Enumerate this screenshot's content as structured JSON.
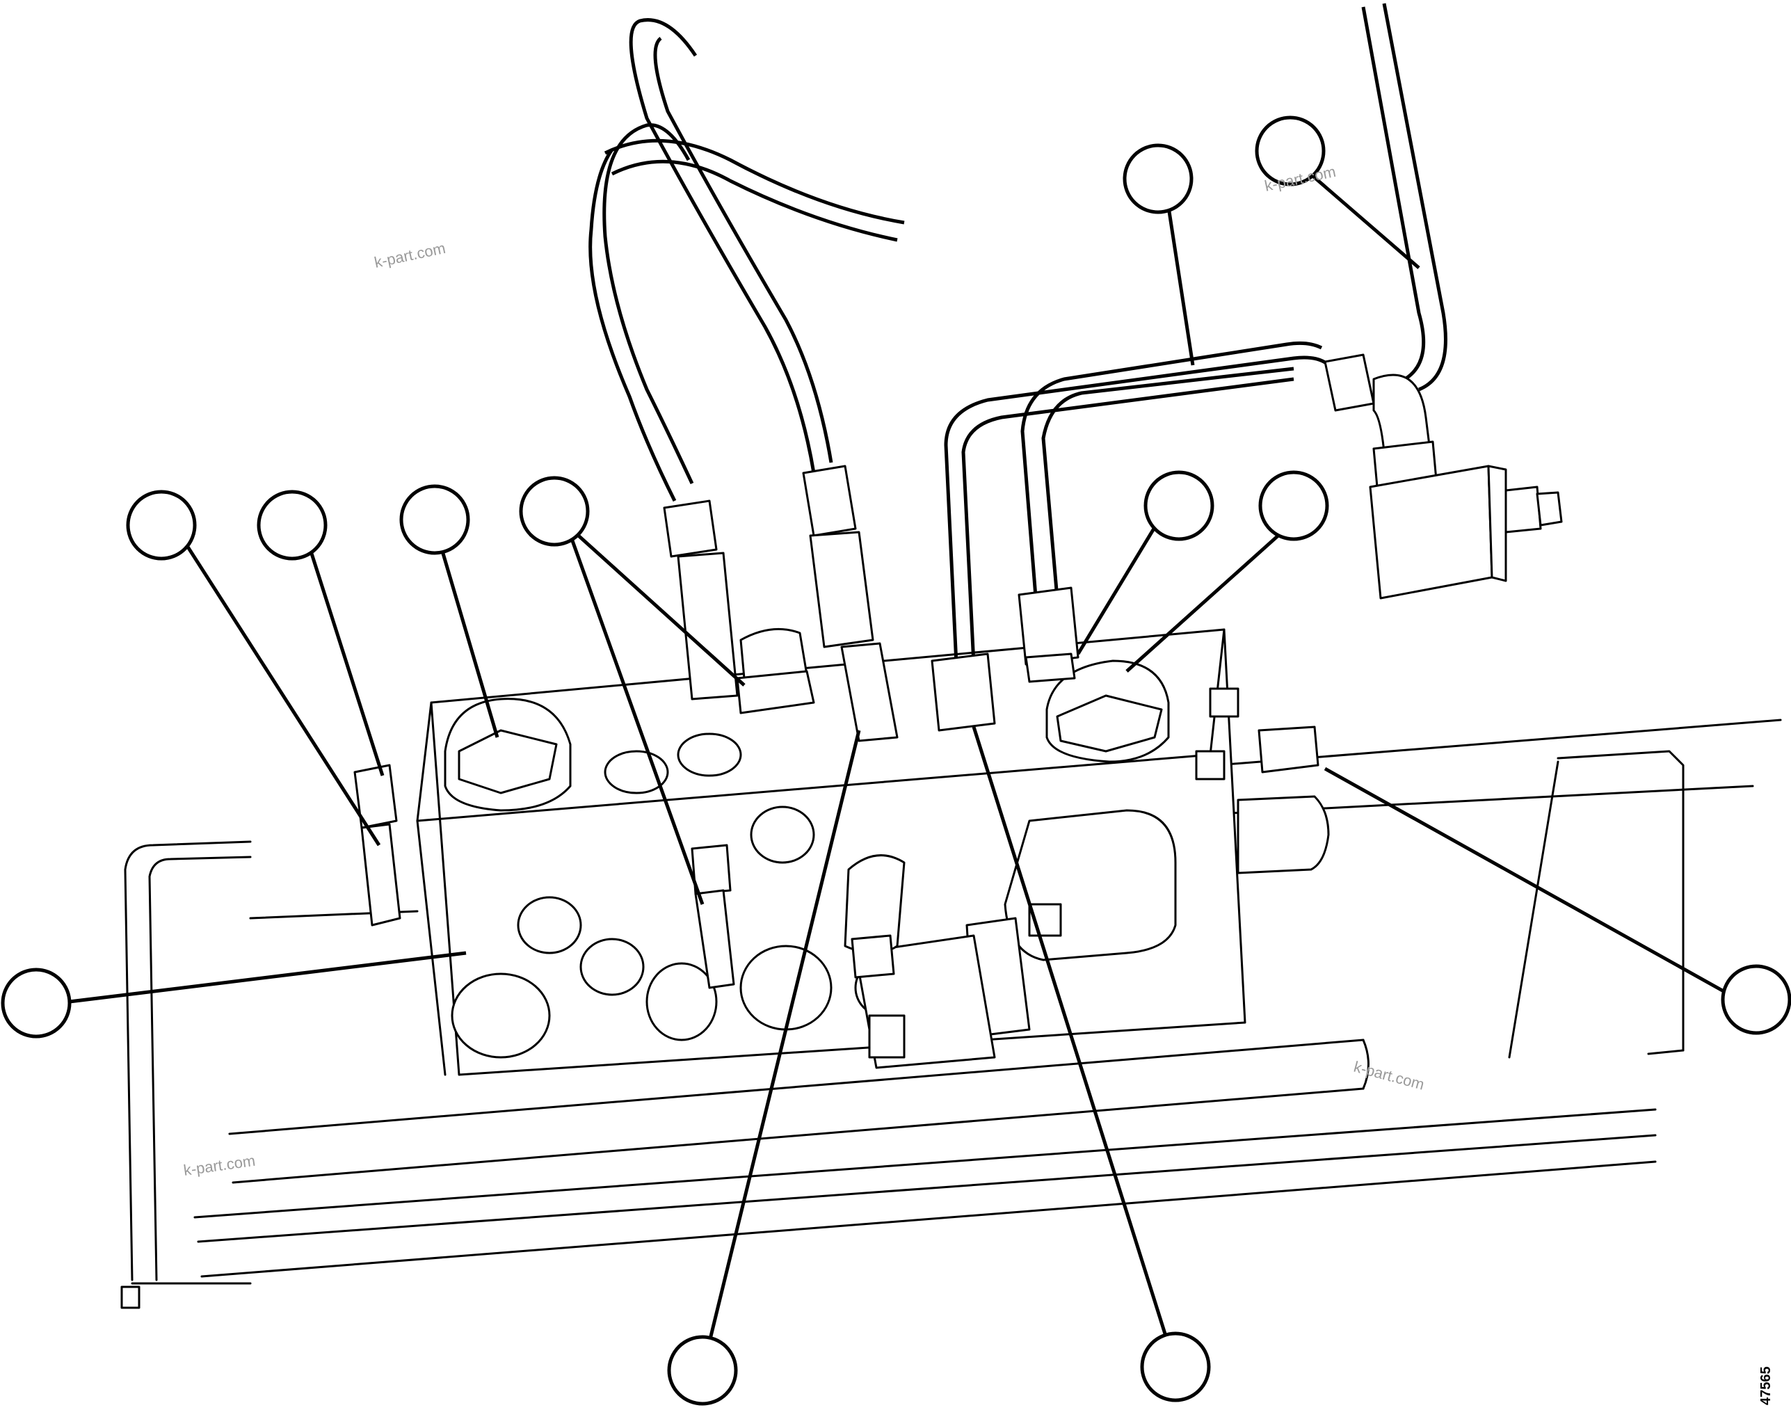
{
  "figure_number": "47565",
  "watermarks": [
    "k-part.com",
    "k-part.com",
    "k-part.com",
    "k-part.com"
  ],
  "callouts": [
    {
      "id": "callout-1"
    },
    {
      "id": "callout-2"
    },
    {
      "id": "callout-3"
    },
    {
      "id": "callout-4"
    },
    {
      "id": "callout-5"
    },
    {
      "id": "callout-6"
    },
    {
      "id": "callout-7"
    },
    {
      "id": "callout-8"
    },
    {
      "id": "callout-9"
    },
    {
      "id": "callout-10"
    },
    {
      "id": "callout-11"
    },
    {
      "id": "callout-12"
    },
    {
      "id": "callout-13"
    }
  ],
  "colors": {
    "line": "#000000",
    "background": "#ffffff",
    "watermark": "#9a9a9a"
  }
}
